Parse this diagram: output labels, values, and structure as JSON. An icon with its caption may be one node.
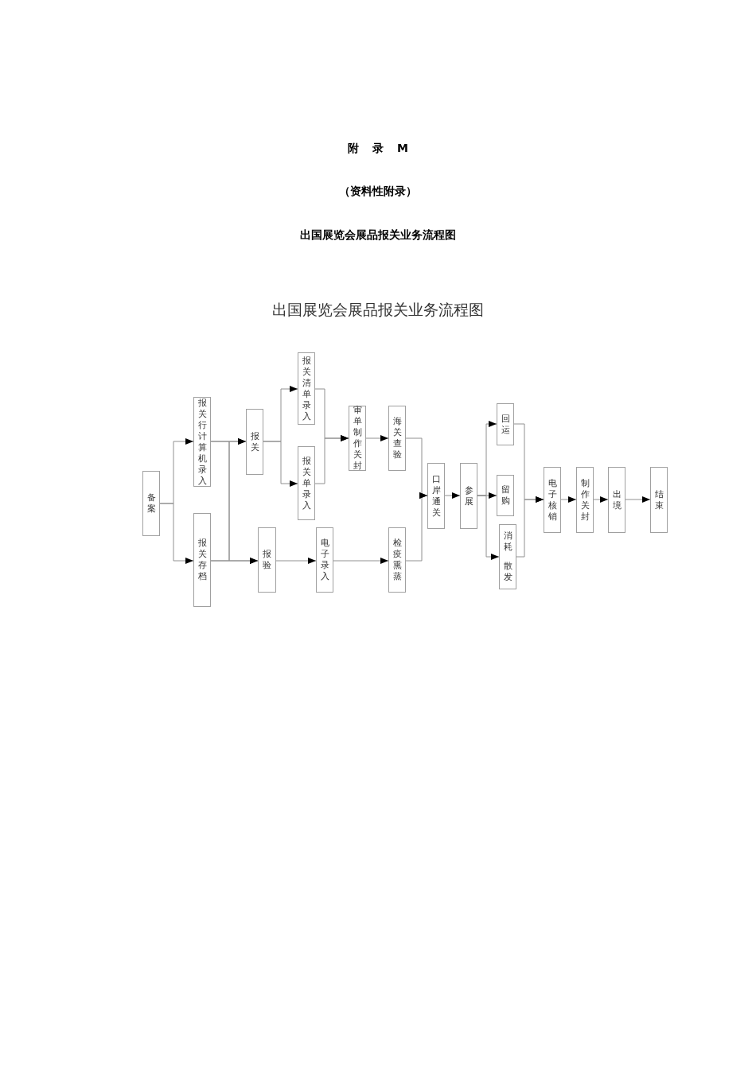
{
  "diagram": {
    "title": "出国展览会展品报关业务流程图",
    "nodes": [
      {
        "text": [
          "备案"
        ]
      },
      {
        "text": [
          "报关行计算机录入"
        ]
      },
      {
        "text": [
          "报关存档"
        ]
      },
      {
        "text": [
          "报关"
        ]
      },
      {
        "text": [
          "报关清单录入"
        ]
      },
      {
        "text": [
          "报关单录入"
        ]
      },
      {
        "text": [
          "审单制作关封"
        ]
      },
      {
        "text": [
          "海关查验"
        ]
      },
      {
        "text": [
          "报验"
        ]
      },
      {
        "text": [
          "电子录入"
        ]
      },
      {
        "text": [
          "检疫熏蒸"
        ]
      },
      {
        "text": [
          "口岸通关"
        ]
      },
      {
        "text": [
          "参展"
        ]
      },
      {
        "text": [
          "回运"
        ]
      },
      {
        "text": [
          "留购"
        ]
      },
      {
        "text": [
          "消耗",
          "散发"
        ]
      },
      {
        "text": [
          "电子核销"
        ]
      },
      {
        "text": [
          "制作关封"
        ]
      },
      {
        "text": [
          "出境"
        ]
      },
      {
        "text": [
          "结束"
        ]
      }
    ],
    "edges": [
      {
        "from": 0,
        "to": 1,
        "arrow": "to"
      },
      {
        "from": 0,
        "to": 2,
        "arrow": "to"
      },
      {
        "from": 1,
        "to": 3,
        "arrow": "to"
      },
      {
        "from": 1,
        "to": 8,
        "arrow": "to"
      },
      {
        "from": 2,
        "to": 3,
        "arrow": "to"
      },
      {
        "from": 2,
        "to": 8,
        "arrow": "to"
      },
      {
        "from": 3,
        "to": 4,
        "arrow": "to"
      },
      {
        "from": 3,
        "to": 5,
        "arrow": "to"
      },
      {
        "from": 4,
        "to": 6,
        "arrow": "to"
      },
      {
        "from": 5,
        "to": 6,
        "arrow": "to"
      },
      {
        "from": 6,
        "to": 7,
        "arrow": "to"
      },
      {
        "from": 8,
        "to": 9,
        "arrow": "to"
      },
      {
        "from": 9,
        "to": 10,
        "arrow": "to"
      },
      {
        "from": 7,
        "to": 11,
        "arrow": "to"
      },
      {
        "from": 10,
        "to": 11,
        "arrow": "to"
      },
      {
        "from": 11,
        "to": 12,
        "arrow": "to"
      },
      {
        "from": 12,
        "to": 13,
        "arrow": "to"
      },
      {
        "from": 12,
        "to": 14,
        "arrow": "to"
      },
      {
        "from": 12,
        "to": 15,
        "arrow": "to"
      },
      {
        "from": 13,
        "to": 16,
        "arrow": "to"
      },
      {
        "from": 15,
        "to": 16,
        "arrow": "to"
      },
      {
        "from": 16,
        "to": 17,
        "arrow": "to"
      },
      {
        "from": 17,
        "to": 18,
        "arrow": "to"
      },
      {
        "from": 18,
        "to": 19,
        "arrow": "to"
      }
    ],
    "labels": [
      "附 录 M",
      "（资料性附录）",
      "出国展览会展品报关业务流程图"
    ]
  }
}
